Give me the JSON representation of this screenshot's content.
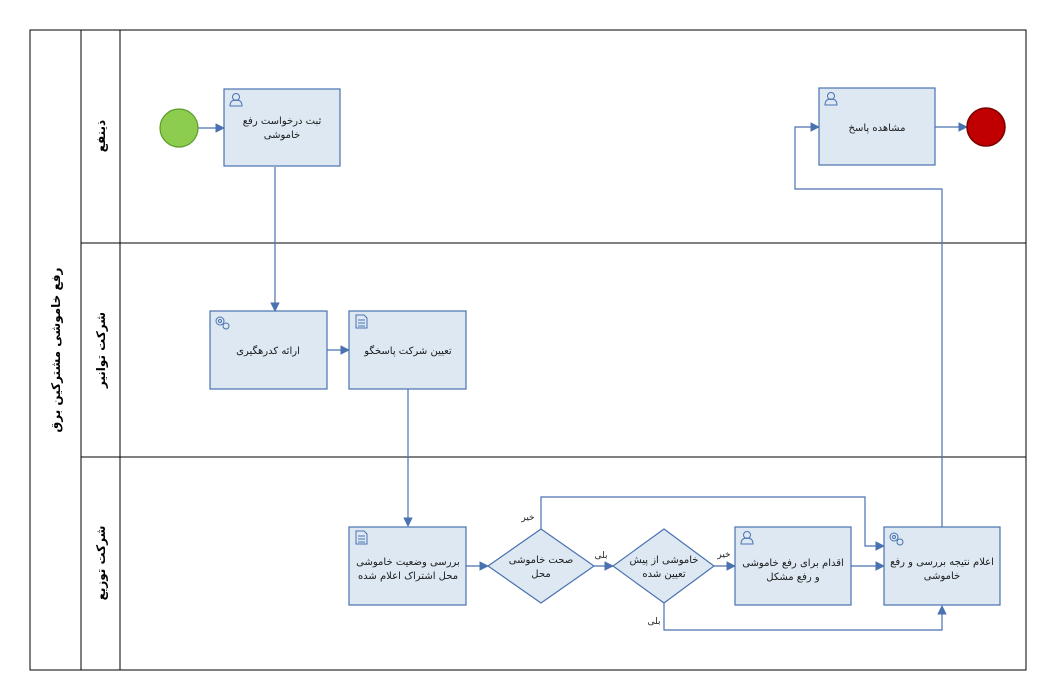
{
  "pool": {
    "title": "رفع خاموشی مشترکین برق"
  },
  "lanes": [
    "ذینفع",
    "شرکت توانیر",
    "شرکت توزیع"
  ],
  "tasks": {
    "register": [
      "ثبت درخواست رفع",
      "خاموشی"
    ],
    "view": [
      "مشاهده پاسخ"
    ],
    "tracking": [
      "ارائه کدرهگیری"
    ],
    "assign": [
      "تعیین شرکت پاسخگو"
    ],
    "check": [
      "بررسی وضعیت خاموشی",
      "محل اشتراک اعلام شده"
    ],
    "act": [
      "اقدام برای رفع خاموشی",
      "و رفع مشکل"
    ],
    "announce": [
      "اعلام نتیجه بررسی و رفع",
      "خاموشی"
    ]
  },
  "gateways": {
    "correct": [
      "صحت خاموشی",
      "محل"
    ],
    "planned": [
      "خاموشی از پیش",
      "تعیین شده"
    ]
  },
  "flow_labels": {
    "no_top": "خیر",
    "yes_1": "بلی",
    "no_right": "خیر",
    "yes_bottom": "بلی"
  },
  "colors": {
    "task_fill": "#dde8f3",
    "task_stroke": "#4a72b0",
    "start_event": "#8ccc4f",
    "end_event": "#c00000"
  }
}
